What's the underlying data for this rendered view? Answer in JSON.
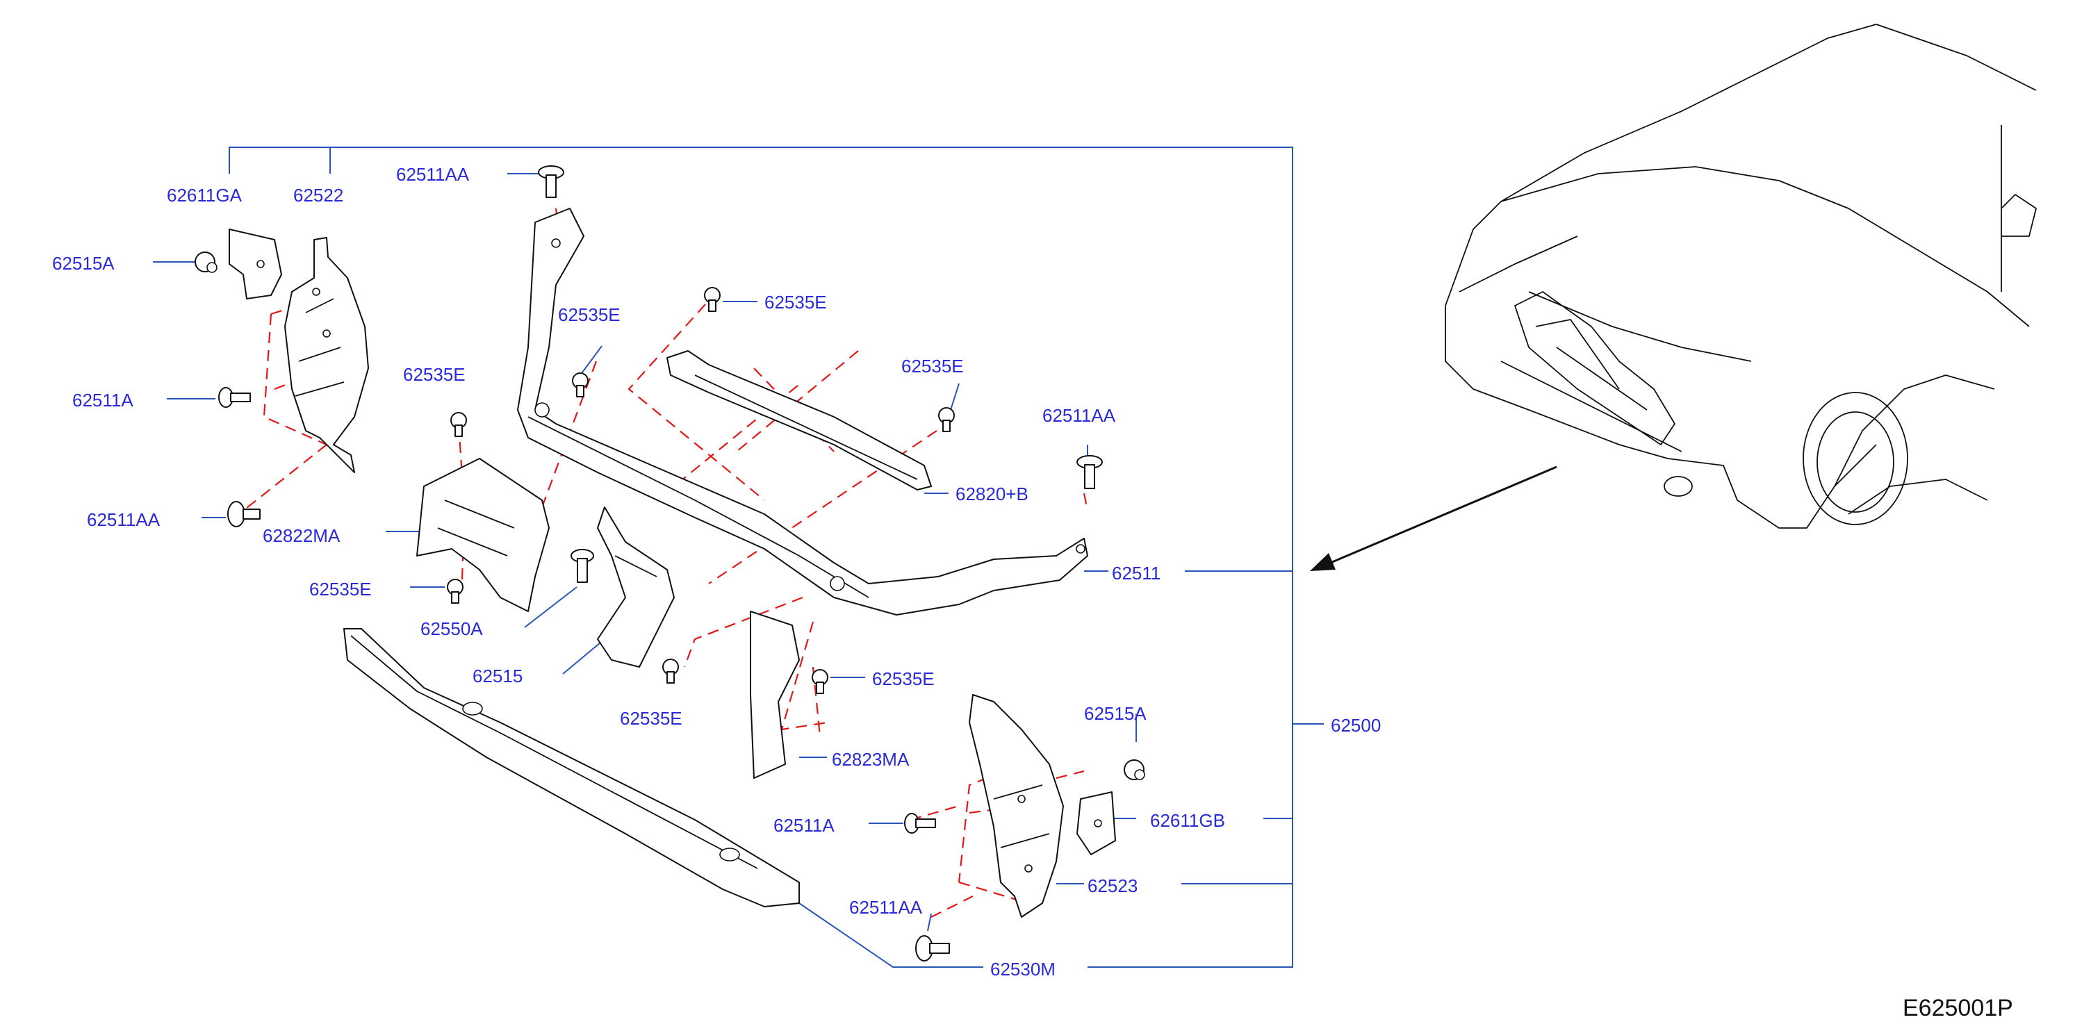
{
  "labels": {
    "p62611GA": "62611GA",
    "p62522": "62522",
    "p62515A_top": "62515A",
    "p62511A_left": "62511A",
    "p62511AA_left": "62511AA",
    "p62511AA_top": "62511AA",
    "p62535E_1": "62535E",
    "p62535E_2": "62535E",
    "p62535E_3": "62535E",
    "p62535E_4": "62535E",
    "p62535E_5": "62535E",
    "p62535E_6": "62535E",
    "p62535E_7": "62535E",
    "p62822MA": "62822MA",
    "p62550A": "62550A",
    "p62515": "62515",
    "p62820B": "62820+B",
    "p62511AA_right": "62511AA",
    "p62511": "62511",
    "p62500": "62500",
    "p62823MA": "62823MA",
    "p62515A_right": "62515A",
    "p62511A_right": "62511A",
    "p62611GB": "62611GB",
    "p62523": "62523",
    "p62511AA_bottom": "62511AA",
    "p62530M": "62530M"
  },
  "diagram_code": "E625001P"
}
